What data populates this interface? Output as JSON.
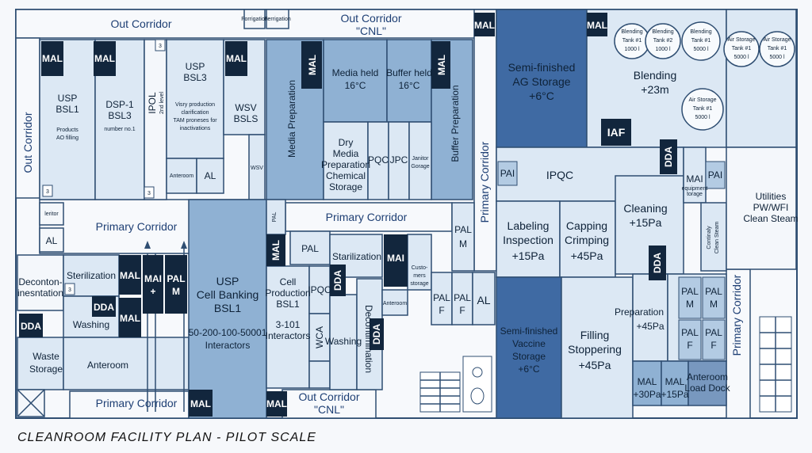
{
  "caption": "CLEANROOM FACILITY PLAN - PILOT SCALE",
  "corridors": {
    "out_top_left": "Out Corridor",
    "out_top_center": [
      "Out Corridor",
      "\"CNL\""
    ],
    "out_left": "Out Corridor",
    "primary_left": "Primary Corridor",
    "primary_center": "Primary Corridor",
    "primary_bottom": "Primary Corridor",
    "primary_vertical": "Primary Corridor",
    "out_bottom": [
      "Out Corridor",
      "\"CNL\""
    ],
    "primary_right": "Primary Corridor"
  },
  "rooms": {
    "usp_bsl1": [
      "USP",
      "BSL1"
    ],
    "usp_bsl1_note": [
      "Products",
      "AO filling"
    ],
    "dsp1": [
      "DSP-1",
      "BSL3"
    ],
    "dsp1_note": "number no.1",
    "ipol": [
      "IPOL",
      "2nd level"
    ],
    "usp_bsl3": [
      "USP",
      "BSL3"
    ],
    "usp_bsl3_note": [
      "Visry production",
      "clarification",
      "TAM proneses for",
      "inactivations"
    ],
    "wsv_bsls": [
      "WSV",
      "BSLS"
    ],
    "wsv": "WSV",
    "anteroom_small": "Anteroom",
    "al_small": "AL",
    "leritor": "leritor",
    "al_left": "AL",
    "decontam": [
      "Deconton-",
      "inesntation"
    ],
    "sterilization_left": "Sterilization",
    "washing_left": "Washing",
    "waste": [
      "Waste",
      "Storage"
    ],
    "anteroom_left": "Anteroom",
    "usp_cell": [
      "USP",
      "Cell Banking",
      "BSL1"
    ],
    "usp_cell_note": [
      "50-200-100-50001",
      "Interactors"
    ],
    "media_prep": "Media Preparation",
    "media_held": [
      "Media held",
      "16°C"
    ],
    "buffer_held": [
      "Buffer held",
      "16°C"
    ],
    "dry_media": [
      "Dry",
      "Media",
      "Preparation",
      "Chemical",
      "Storage"
    ],
    "pqc": "PQC",
    "jpc": "JPC",
    "janitor": [
      "Janitor",
      "Gorage"
    ],
    "buffer_prep": "Buffer Preparation",
    "pal_top": "PAL",
    "sterilization_mid": "Starilization",
    "cell_prod": [
      "Cell",
      "Production",
      "BSL1"
    ],
    "cell_prod_note": [
      "3-101",
      "Interactors"
    ],
    "ipqc_small": "IPQC",
    "wca": "WCA",
    "washing_mid": "Washing",
    "decontamination": "Decontimination",
    "customers": [
      "Custo-",
      "mers",
      "storage"
    ],
    "anteroom_mid": "Anteroom",
    "pal_m_mid": [
      "PAL",
      "M"
    ],
    "pal_f_a": [
      "PAL",
      "F"
    ],
    "pal_f_b": [
      "PAL",
      "F"
    ],
    "al_mid": "AL",
    "semi_ag": [
      "Semi-finished",
      "AG Storage",
      "+6°C"
    ],
    "semi_vaccine": [
      "Semi-finished",
      "Vaccine",
      "Storage",
      "+6°C"
    ],
    "blending": [
      "Blending",
      "+23m"
    ],
    "tanks": [
      [
        "Blending",
        "Tank #1",
        "1000 l"
      ],
      [
        "Blending",
        "Tank #2",
        "1000 l"
      ],
      [
        "Blending",
        "Tank #1",
        "5000 l"
      ],
      [
        "Air Storage",
        "Tank #1",
        "5000 l"
      ],
      [
        "Air Storage",
        "Tank #1",
        "5000 l"
      ],
      [
        "Air Storage",
        "Tank #1",
        "5000 l"
      ]
    ],
    "ipqc": "IPQC",
    "pai_left": "PAI",
    "pai_right": "PAI",
    "labeling": [
      "Labeling",
      "Inspection",
      "+15Pa"
    ],
    "capping": [
      "Capping",
      "Crimping",
      "+45Pa"
    ],
    "cleaning": [
      "Cleaning",
      "+15Pa"
    ],
    "mai_equip": [
      "MAI",
      "equipment",
      "torage"
    ],
    "clean_steam": [
      "Continaly",
      "Clean Steam"
    ],
    "utilities": [
      "Utilities",
      "PW/WFI",
      "Clean Steam"
    ],
    "filling": [
      "Filling",
      "Stoppering",
      "+45Pa"
    ],
    "preparation": [
      "Preparation",
      "+45Pa"
    ],
    "pal_m_r1": [
      "PAL",
      "M"
    ],
    "pal_m_r2": [
      "PAL",
      "M"
    ],
    "pal_f_r1": [
      "PAL",
      "F"
    ],
    "pal_f_r2": [
      "PAL",
      "F"
    ],
    "mal_30": [
      "MAL",
      "+30Pa"
    ],
    "mal_15": [
      "MAL",
      "+15Pa"
    ],
    "load_dock": [
      "Anteroom",
      "Load Dock"
    ],
    "ferrigation_1": "Forrigation",
    "ferrigation_2": "Ferrigation"
  },
  "badges": {
    "mal": "MAL",
    "mai": "MAI",
    "dda": "DDA",
    "iaf": "IAF",
    "pal": "PAL",
    "mai_plus": [
      "MAI",
      "+"
    ],
    "pal_m_tall": [
      "PAL",
      "M"
    ]
  },
  "door_marks": [
    "3",
    "3",
    "3",
    "3"
  ],
  "colors": {
    "room_mid": "#b3cbe3",
    "room_light": "#dce8f4",
    "room_dark": "#3f6aa3",
    "wall": "#2f4e72",
    "badge": "#12263d"
  }
}
